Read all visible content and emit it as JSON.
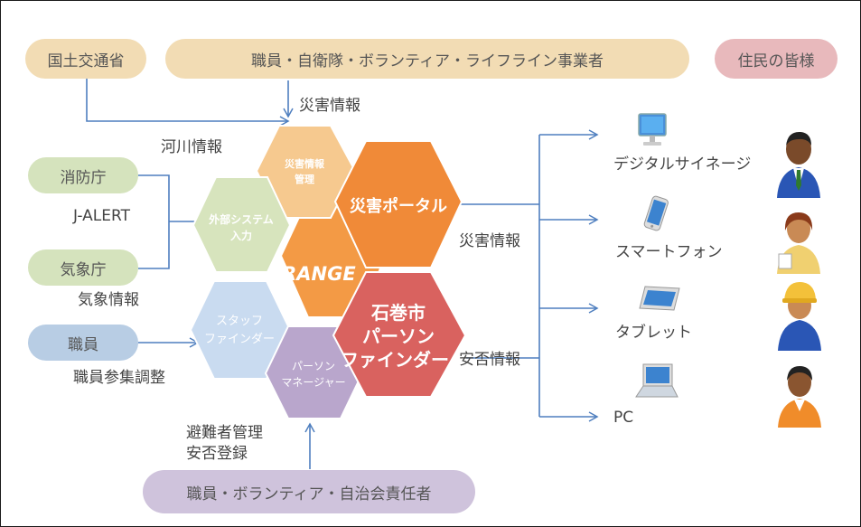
{
  "top": {
    "mlit": "国土交通省",
    "staff_groups": "職員・自衛隊・ボランティア・ライフライン事業者",
    "residents": "住民の皆様"
  },
  "left": {
    "fire": "消防庁",
    "jma": "気象庁",
    "staff": "職員"
  },
  "bottom": {
    "volunteers": "職員・ボランティア・自治会責任者"
  },
  "labels": {
    "disaster_info_top": "災害情報",
    "river_info": "河川情報",
    "j_alert": "J-ALERT",
    "weather_info": "気象情報",
    "staff_adjust": "職員参集調整",
    "evacuee_line1": "避難者管理",
    "evacuee_line2": "安否登録",
    "disaster_info_right": "災害情報",
    "safety_info": "安否情報"
  },
  "hexes": {
    "mgmt_line1": "災害情報",
    "mgmt_line2": "管理",
    "external_line1": "外部システム",
    "external_line2": "入力",
    "portal": "災害ポータル",
    "center": "ORANGE",
    "staff_finder_line1": "スタッフ",
    "staff_finder_line2": "ファインダー",
    "ishinomaki_line1": "石巻市",
    "ishinomaki_line2": "パーソン",
    "ishinomaki_line3": "ファインダー",
    "person_mgr_line1": "パーソン",
    "person_mgr_line2": "マネージャー"
  },
  "devices": {
    "signage": "デジタルサイネージ",
    "smartphone": "スマートフォン",
    "tablet": "タブレット",
    "pc": "PC"
  },
  "colors": {
    "pill_beige": "#f2dcb4",
    "pill_pink": "#e8b9bc",
    "pill_green": "#d5e3bd",
    "pill_blue": "#b8cde4",
    "pill_purple": "#cfc3dc",
    "arrow": "#4f7fbf",
    "hex_orange": "#f39a45",
    "hex_red": "#d9625f",
    "hex_lightorange": "#f6c98f",
    "hex_green": "#d7e4bd",
    "hex_lightblue": "#c9dbf0",
    "hex_purple": "#b9a6cc"
  }
}
